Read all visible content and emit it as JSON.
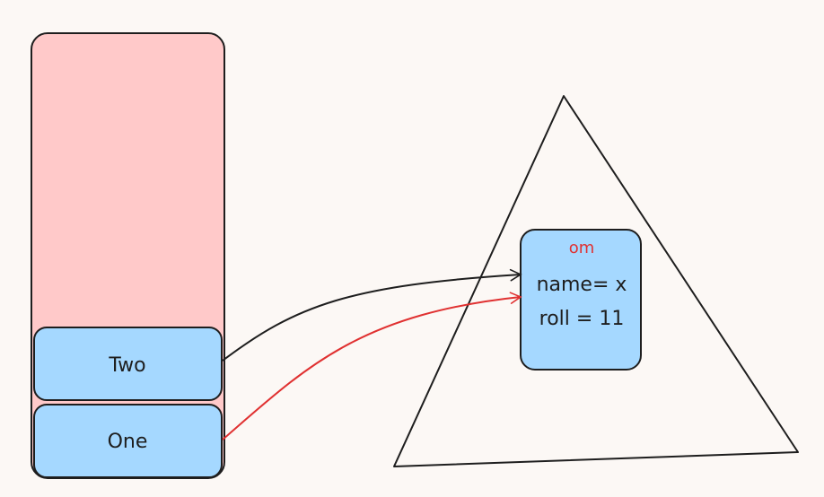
{
  "diagram": {
    "stack": {
      "fill_color": "#ffc9c9",
      "frames": [
        {
          "label": "Two",
          "fill_color": "#a5d8ff"
        },
        {
          "label": "One",
          "fill_color": "#a5d8ff"
        }
      ]
    },
    "heap": {
      "object": {
        "title": "om",
        "title_color": "#e03131",
        "fields": [
          "name= x",
          "roll = 11"
        ],
        "fill_color": "#a5d8ff"
      }
    },
    "arrows": [
      {
        "from": "Two",
        "to": "om",
        "color": "#1e1e1e"
      },
      {
        "from": "One",
        "to": "om",
        "color": "#e03131"
      }
    ]
  }
}
